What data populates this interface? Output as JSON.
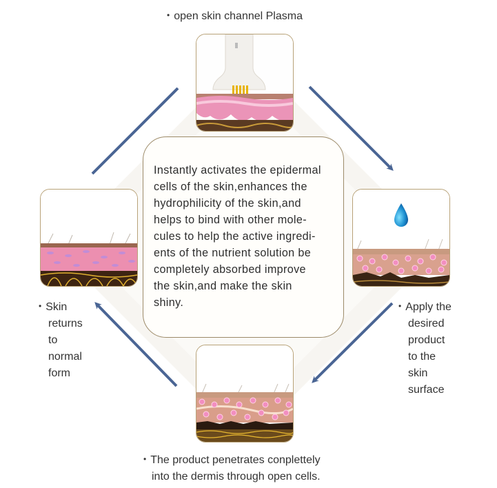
{
  "diagram": {
    "title": "Plasma skin treatment cycle",
    "arrow_color": "#4a6594",
    "panel_border_color": "#b8a278",
    "steps": [
      {
        "id": "top",
        "caption": "open skin channel Plasma",
        "illustration": "plasma-pen-on-skin"
      },
      {
        "id": "right",
        "caption_lines": [
          "Apply the",
          "desired",
          "product",
          "to the",
          "skin",
          "surface"
        ],
        "illustration": "water-drop-above-skin"
      },
      {
        "id": "bottom",
        "caption_lines": [
          "The product penetrates conplettely",
          "into the dermis through open cells."
        ],
        "illustration": "product-penetrating-dermis"
      },
      {
        "id": "left",
        "caption_lines": [
          "Skin",
          "returns",
          "to",
          "normal",
          "form"
        ],
        "illustration": "normal-skin-layers"
      }
    ],
    "center_text": "Instantly activates the epidermal\ncells of the skin,enhances the\nhydrophilicity of the skin,and\nhelps to bind with other mole-\ncules to help the active ingredi-\nents of the nutrient solution be\ncompletely absorbed improve\nthe skin,and make the skin\nshiny.",
    "bullet": "•"
  }
}
